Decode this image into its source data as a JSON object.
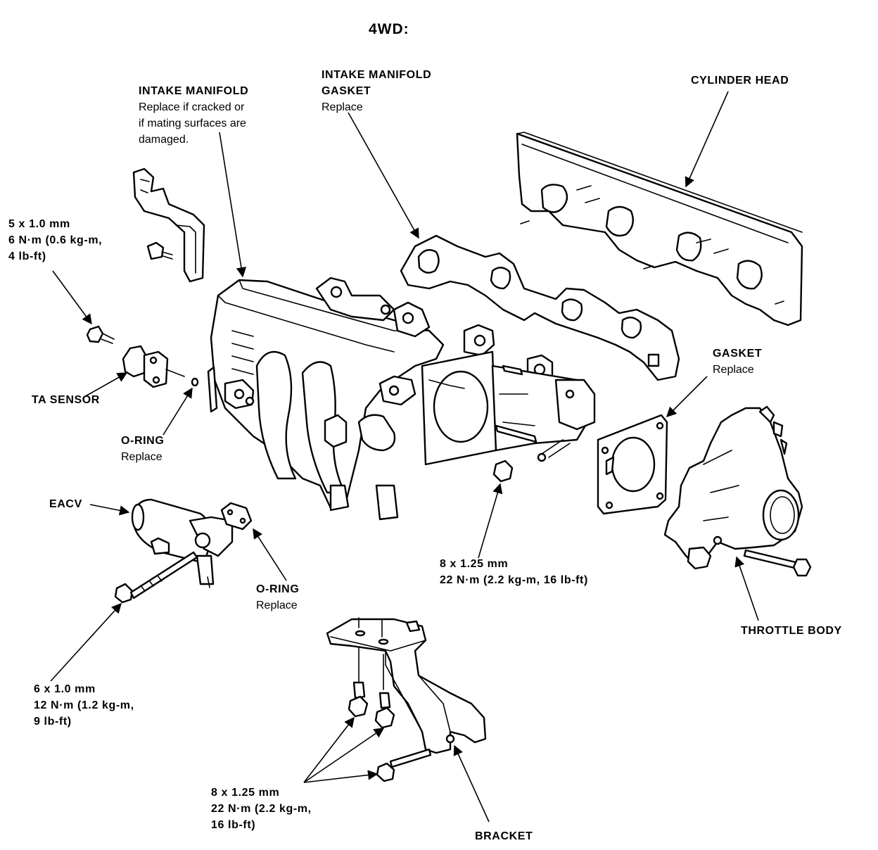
{
  "title": "4WD:",
  "labels": {
    "intake_manifold": {
      "title": "INTAKE MANIFOLD",
      "lines": [
        "Replace if cracked or",
        "if mating surfaces are",
        "damaged."
      ]
    },
    "intake_manifold_gasket": {
      "title_lines": [
        "INTAKE MANIFOLD",
        "GASKET"
      ],
      "note": "Replace"
    },
    "cylinder_head": {
      "title": "CYLINDER HEAD"
    },
    "bolt_5x10": {
      "lines": [
        "5 x 1.0 mm",
        "6 N·m (0.6 kg-m,",
        "4 lb-ft)"
      ]
    },
    "ta_sensor": {
      "title": "TA SENSOR"
    },
    "o_ring_1": {
      "title": "O-RING",
      "note": "Replace"
    },
    "gasket": {
      "title": "GASKET",
      "note": "Replace"
    },
    "eacv": {
      "title": "EACV"
    },
    "o_ring_2": {
      "title": "O-RING",
      "note": "Replace"
    },
    "nut_8x125": {
      "lines": [
        "8 x 1.25 mm",
        "22 N·m (2.2 kg-m, 16 lb-ft)"
      ]
    },
    "throttle_body": {
      "title": "THROTTLE BODY"
    },
    "bolt_6x10": {
      "lines": [
        "6 x 1.0 mm",
        "12 N·m (1.2 kg-m,",
        "9 lb-ft)"
      ]
    },
    "bolt_8x125_bracket": {
      "lines": [
        "8 x 1.25 mm",
        "22 N·m (2.2 kg-m,",
        "16 lb-ft)"
      ]
    },
    "bracket": {
      "title": "BRACKET"
    }
  }
}
